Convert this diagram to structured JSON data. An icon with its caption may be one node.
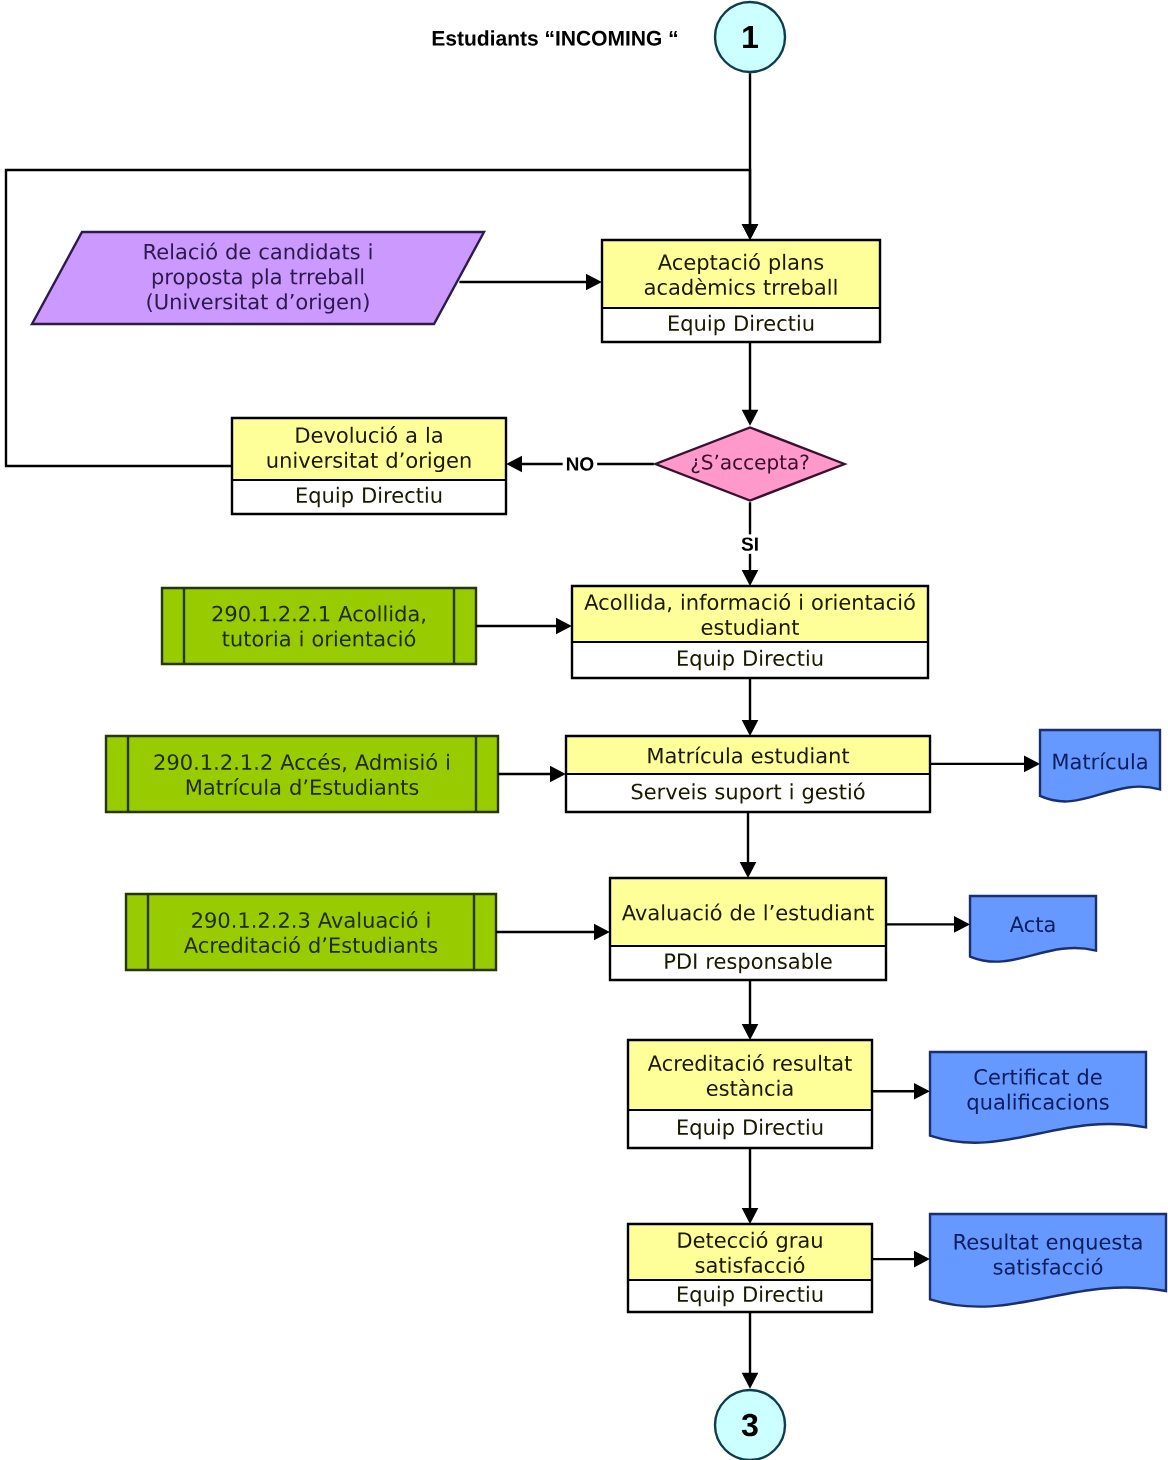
{
  "diagram": {
    "title": "Estudiants “INCOMING “",
    "nodes": [
      {
        "text": [
          "1"
        ]
      },
      {
        "text": [
          "Relació de candidats i proposta pla trreball (Universitat d’origen)"
        ]
      },
      {
        "text": [
          "Aceptació plans acadèmics trreball",
          "Equip Directiu"
        ]
      },
      {
        "text": [
          "Devolució a la universitat d’origen",
          "Equip Directiu"
        ]
      },
      {
        "text": [
          "¿S’accepta?"
        ]
      },
      {
        "text": [
          "290.1.2.2.1 Acollida, tutoria i orientació"
        ]
      },
      {
        "text": [
          "Acollida, informació i orientació estudiant",
          "Equip Directiu"
        ]
      },
      {
        "text": [
          "290.1.2.1.2 Accés, Admisió i Matrícula d’Estudiants"
        ]
      },
      {
        "text": [
          "Matrícula estudiant",
          "Serveis suport i gestió"
        ]
      },
      {
        "text": [
          "Matrícula"
        ]
      },
      {
        "text": [
          "290.1.2.2.3 Avaluació i Acreditació d’Estudiants"
        ]
      },
      {
        "text": [
          "Avaluació de l’estudiant",
          "PDI responsable"
        ]
      },
      {
        "text": [
          "Acta"
        ]
      },
      {
        "text": [
          "Acreditació resultat estància",
          "Equip Directiu"
        ]
      },
      {
        "text": [
          "Certificat de qualificacions"
        ]
      },
      {
        "text": [
          "Detecció grau satisfacció",
          "Equip Directiu"
        ]
      },
      {
        "text": [
          "Resultat enquesta satisfacció"
        ]
      },
      {
        "text": [
          "3"
        ]
      }
    ],
    "edges": [
      {
        "from": 0,
        "to": 2,
        "arrow": "to"
      },
      {
        "from": 3,
        "to": 2,
        "arrow": "to"
      },
      {
        "from": 1,
        "to": 2,
        "arrow": "to"
      },
      {
        "from": 2,
        "to": 4,
        "arrow": "to"
      },
      {
        "from": 4,
        "to": 3,
        "arrow": "to",
        "label": "NO"
      },
      {
        "from": 4,
        "to": 6,
        "arrow": "to",
        "label": "SI"
      },
      {
        "from": 5,
        "to": 6,
        "arrow": "to"
      },
      {
        "from": 6,
        "to": 8,
        "arrow": "to"
      },
      {
        "from": 7,
        "to": 8,
        "arrow": "to"
      },
      {
        "from": 8,
        "to": 9,
        "arrow": "to"
      },
      {
        "from": 8,
        "to": 11,
        "arrow": "to"
      },
      {
        "from": 10,
        "to": 11,
        "arrow": "to"
      },
      {
        "from": 11,
        "to": 12,
        "arrow": "to"
      },
      {
        "from": 11,
        "to": 13,
        "arrow": "to"
      },
      {
        "from": 13,
        "to": 14,
        "arrow": "to"
      },
      {
        "from": 13,
        "to": 15,
        "arrow": "to"
      },
      {
        "from": 15,
        "to": 16,
        "arrow": "to"
      },
      {
        "from": 15,
        "to": 17,
        "arrow": "to"
      }
    ]
  }
}
